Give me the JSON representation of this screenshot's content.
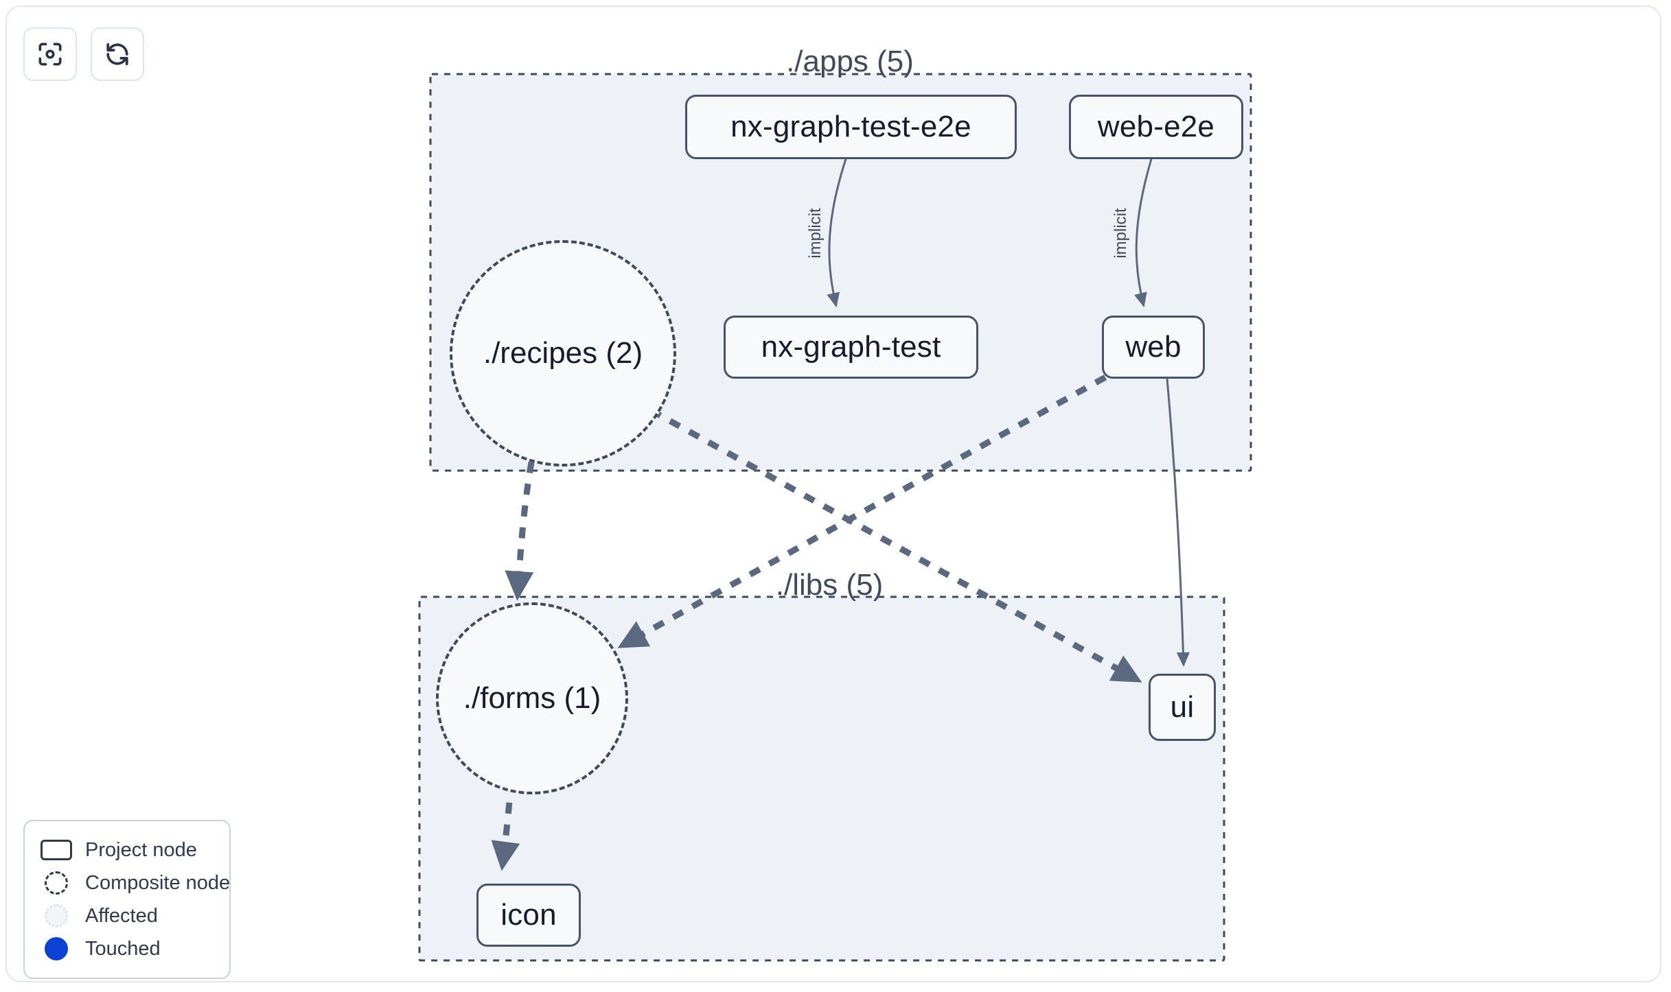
{
  "toolbar": {
    "buttons": [
      {
        "name": "focus-graph-button",
        "icon": "focus-icon",
        "label": ""
      },
      {
        "name": "refresh-graph-button",
        "icon": "refresh-icon",
        "label": ""
      }
    ]
  },
  "graph": {
    "groups": [
      {
        "id": "apps",
        "label": "./apps (5)"
      },
      {
        "id": "libs",
        "label": "./libs (5)"
      }
    ],
    "nodes": [
      {
        "id": "nx-graph-test-e2e",
        "label": "nx-graph-test-e2e",
        "type": "project",
        "group": "apps"
      },
      {
        "id": "web-e2e",
        "label": "web-e2e",
        "type": "project",
        "group": "apps"
      },
      {
        "id": "recipes",
        "label": "./recipes (2)",
        "type": "composite",
        "group": "apps"
      },
      {
        "id": "nx-graph-test",
        "label": "nx-graph-test",
        "type": "project",
        "group": "apps"
      },
      {
        "id": "web",
        "label": "web",
        "type": "project",
        "group": "apps"
      },
      {
        "id": "forms",
        "label": "./forms (1)",
        "type": "composite",
        "group": "libs"
      },
      {
        "id": "ui",
        "label": "ui",
        "type": "project",
        "group": "libs"
      },
      {
        "id": "icon",
        "label": "icon",
        "type": "project",
        "group": "libs"
      }
    ],
    "edges": [
      {
        "from": "nx-graph-test-e2e",
        "to": "nx-graph-test",
        "label": "implicit",
        "style": "solid"
      },
      {
        "from": "web-e2e",
        "to": "web",
        "label": "implicit",
        "style": "solid"
      },
      {
        "from": "web",
        "to": "ui",
        "label": "",
        "style": "solid"
      },
      {
        "from": "recipes",
        "to": "forms",
        "label": "",
        "style": "dashed"
      },
      {
        "from": "recipes",
        "to": "ui",
        "label": "",
        "style": "dashed"
      },
      {
        "from": "web",
        "to": "forms",
        "label": "",
        "style": "dashed"
      },
      {
        "from": "forms",
        "to": "icon",
        "label": "",
        "style": "dashed"
      }
    ]
  },
  "legend": {
    "items": [
      {
        "swatch": "project-node-swatch",
        "label": "Project node"
      },
      {
        "swatch": "composite-node-swatch",
        "label": "Composite node"
      },
      {
        "swatch": "affected-swatch",
        "label": "Affected"
      },
      {
        "swatch": "touched-swatch",
        "label": "Touched"
      }
    ]
  },
  "colors": {
    "group_fill": "#eef1f6",
    "group_border": "#3f4a5e",
    "node_fill": "#f8f9fb",
    "node_border": "#47536b",
    "edge": "#5a6880",
    "text": "#141c2e",
    "touched": "#0b41d4",
    "panel_border": "#e3e6f0"
  }
}
